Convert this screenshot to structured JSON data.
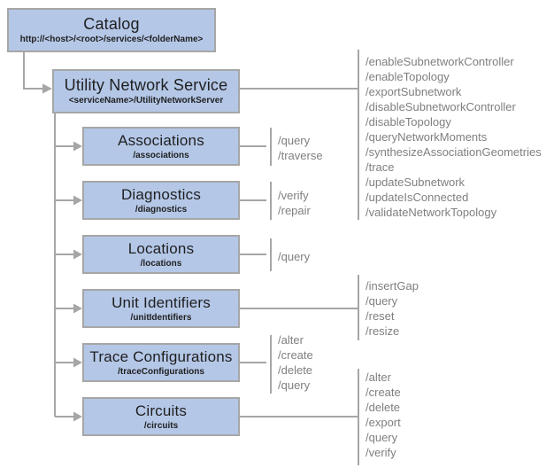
{
  "colors": {
    "box_fill": "#b4c7e7",
    "box_border": "#a6a6a6",
    "connector": "#a6a6a6",
    "ops_text": "#7f7f7f",
    "title_text": "#1f1f1f"
  },
  "nodes": {
    "catalog": {
      "title": "Catalog",
      "subtitle": "http://<host>/<root>/services/<folderName>"
    },
    "uns": {
      "title": "Utility Network Service",
      "subtitle": "<serviceName>/UtilityNetworkServer"
    },
    "associations": {
      "title": "Associations",
      "subtitle": "/associations"
    },
    "diagnostics": {
      "title": "Diagnostics",
      "subtitle": "/diagnostics"
    },
    "locations": {
      "title": "Locations",
      "subtitle": "/locations"
    },
    "unit_identifiers": {
      "title": "Unit Identifiers",
      "subtitle": "/unitIdentifiers"
    },
    "trace_configurations": {
      "title": "Trace Configurations",
      "subtitle": "/traceConfigurations"
    },
    "circuits": {
      "title": "Circuits",
      "subtitle": "/circuits"
    }
  },
  "operations": {
    "uns": [
      "/enableSubnetworkController",
      "/enableTopology",
      "/exportSubnetwork",
      "/disableSubnetworkController",
      "/disableTopology",
      "/queryNetworkMoments",
      "/synthesizeAssociationGeometries",
      "/trace",
      "/updateSubnetwork",
      "/updateIsConnected",
      "/validateNetworkTopology"
    ],
    "associations": [
      "/query",
      "/traverse"
    ],
    "diagnostics": [
      "/verify",
      "/repair"
    ],
    "locations": [
      "/query"
    ],
    "unit_identifiers": [
      "/insertGap",
      "/query",
      "/reset",
      "/resize"
    ],
    "trace_configurations": [
      "/alter",
      "/create",
      "/delete",
      "/query"
    ],
    "circuits": [
      "/alter",
      "/create",
      "/delete",
      "/export",
      "/query",
      "/verify"
    ]
  }
}
